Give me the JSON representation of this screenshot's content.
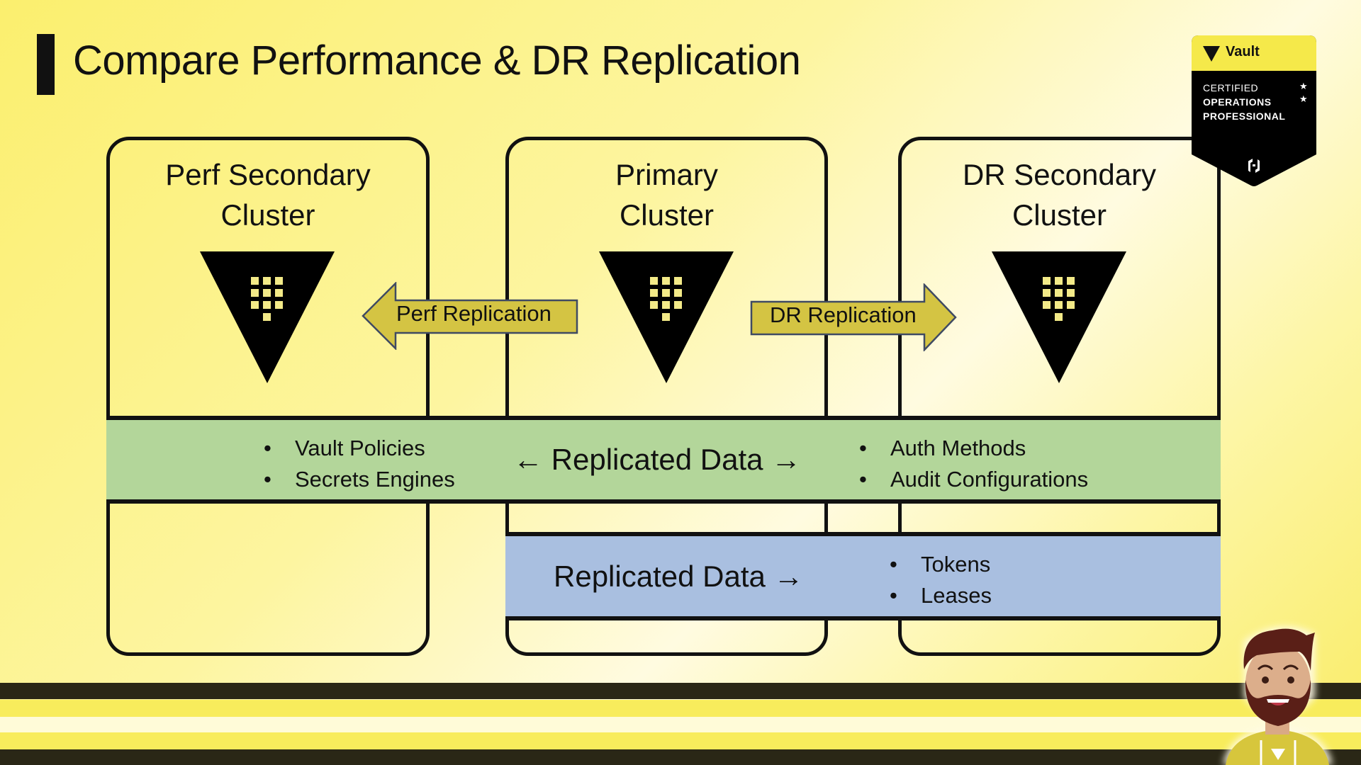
{
  "slide": {
    "title": "Compare Performance & DR Replication"
  },
  "clusters": [
    {
      "id": "perf-secondary",
      "title_line1": "Perf Secondary",
      "title_line2": "Cluster",
      "icon": "vault-logo-icon"
    },
    {
      "id": "primary",
      "title_line1": "Primary",
      "title_line2": "Cluster",
      "icon": "vault-logo-icon"
    },
    {
      "id": "dr-secondary",
      "title_line1": "DR Secondary",
      "title_line2": "Cluster",
      "icon": "vault-logo-icon"
    }
  ],
  "arrows": {
    "perf": {
      "label": "Perf Replication",
      "direction": "left"
    },
    "dr": {
      "label": "DR Replication",
      "direction": "right"
    }
  },
  "shared_replicated": {
    "label": "← Replicated Data →",
    "left_items": [
      "Vault Policies",
      "Secrets Engines"
    ],
    "right_items": [
      "Auth Methods",
      "Audit Configurations"
    ],
    "color": "#b3d69a"
  },
  "dr_only_replicated": {
    "label": "Replicated Data →",
    "items": [
      "Tokens",
      "Leases"
    ],
    "color": "#a9bfe0"
  },
  "badge": {
    "brand": "Vault",
    "line1": "CERTIFIED",
    "line2": "OPERATIONS",
    "line3": "PROFESSIONAL",
    "stars": "★",
    "accent": "#f5e94a"
  },
  "colors": {
    "arrow_fill": "#d4c443",
    "arrow_stroke": "#3f4a63",
    "stripe_dark": "#2a2716"
  }
}
